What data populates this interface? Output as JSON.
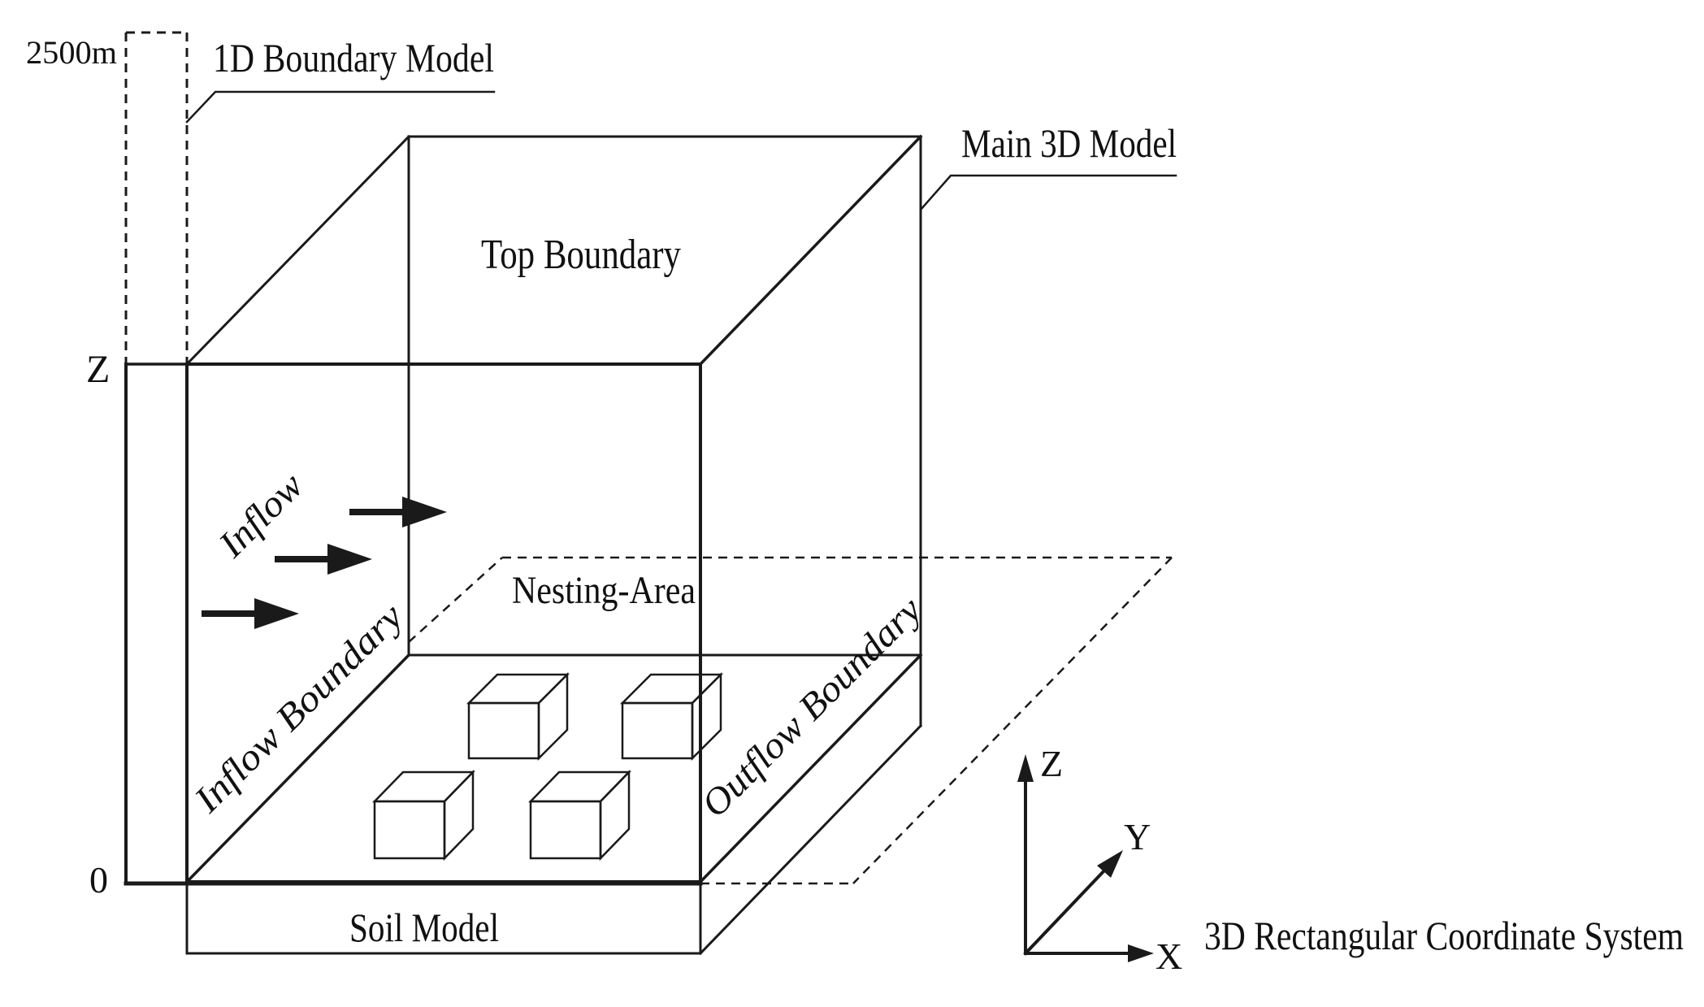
{
  "labels": {
    "height_top": "2500m",
    "boundary_1d": "1D Boundary Model",
    "main_3d": "Main 3D Model",
    "top_boundary": "Top Boundary",
    "z_axis_left": "Z",
    "zero": "0",
    "inflow": "Inflow",
    "nesting_area": "Nesting-Area",
    "inflow_boundary": "Inflow Boundary",
    "outflow_boundary": "Outflow Boundary",
    "soil_model": "Soil Model",
    "coord_z": "Z",
    "coord_y": "Y",
    "coord_x": "X",
    "coord_system": "3D Rectangular Coordinate System"
  },
  "colors": {
    "line": "#1a1a1a",
    "text": "#111111",
    "background": "#ffffff"
  }
}
